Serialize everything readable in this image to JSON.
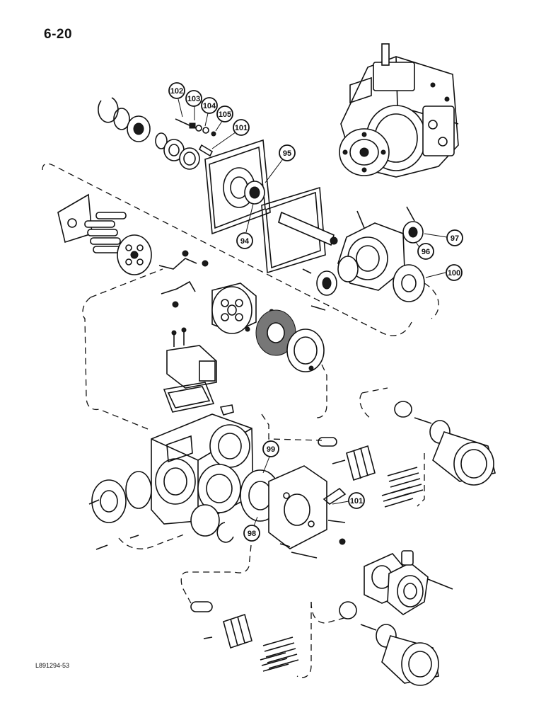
{
  "page": {
    "number": "6-20",
    "figure_code": "L891294-53"
  },
  "callouts": [
    {
      "id": "c102",
      "label": "102"
    },
    {
      "id": "c103",
      "label": "103"
    },
    {
      "id": "c104",
      "label": "104"
    },
    {
      "id": "c105",
      "label": "105"
    },
    {
      "id": "c101a",
      "label": "101"
    },
    {
      "id": "c95",
      "label": "95"
    },
    {
      "id": "c94",
      "label": "94"
    },
    {
      "id": "c97",
      "label": "97"
    },
    {
      "id": "c96",
      "label": "96"
    },
    {
      "id": "c100",
      "label": "100"
    },
    {
      "id": "c99",
      "label": "99"
    },
    {
      "id": "c98",
      "label": "98"
    },
    {
      "id": "c101b",
      "label": "101"
    }
  ]
}
